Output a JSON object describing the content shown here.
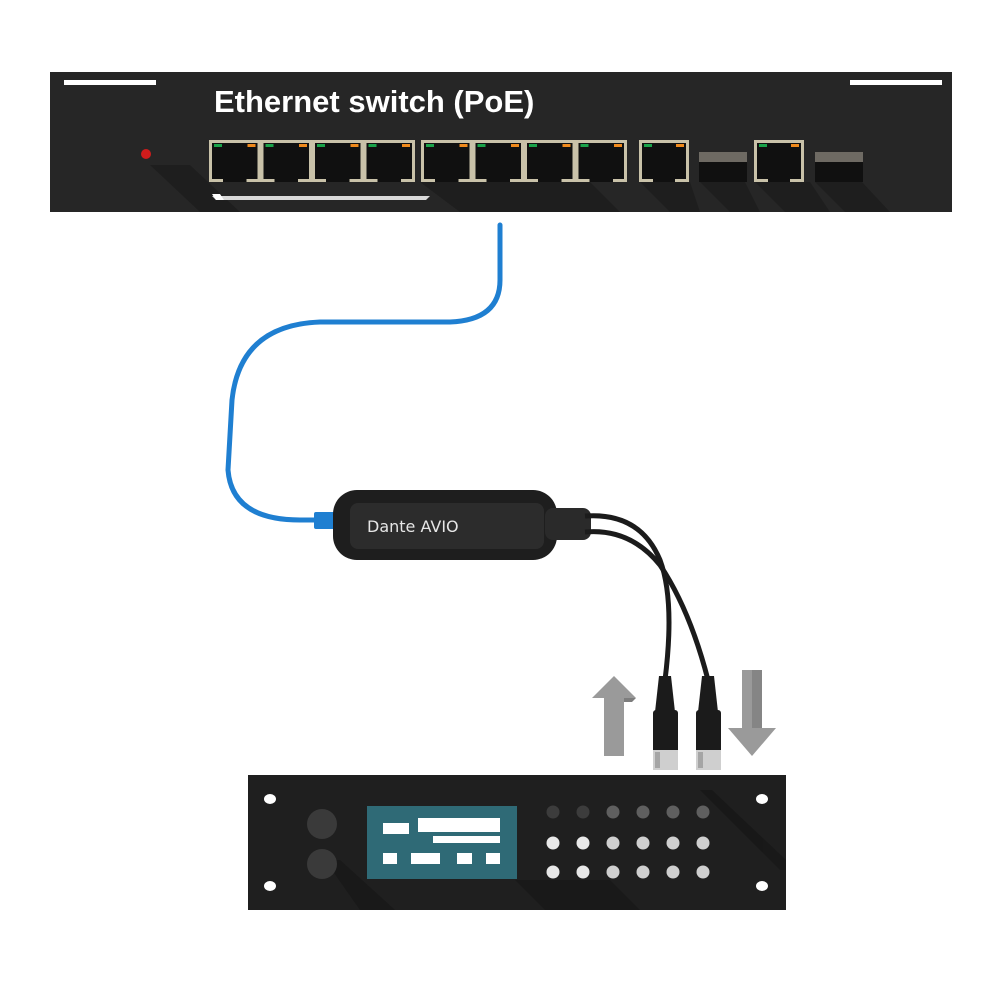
{
  "switch": {
    "title": "Ethernet switch (PoE)",
    "color": "#262626",
    "power_led_color": "#d01c1c",
    "port_frame_color": "#c9c2a9",
    "link_led_color": "#1aa34a",
    "activity_led_color": "#f08a1c",
    "rj45_ports": 10,
    "sfp_slots": 2
  },
  "adapter": {
    "label": "Dante AVIO",
    "color": "#1e1e1e"
  },
  "cable": {
    "type": "ethernet",
    "color": "#1f7fd1"
  },
  "signal_flow": {
    "arrow_color": "#9a9a9a",
    "left_arrow": "up-arrow-icon",
    "right_arrow": "down-arrow-icon"
  },
  "audio_device": {
    "color": "#1f1f1f",
    "display_color": "#2f6a76",
    "knobs": 2,
    "button_rows": 3,
    "button_columns": 6
  }
}
